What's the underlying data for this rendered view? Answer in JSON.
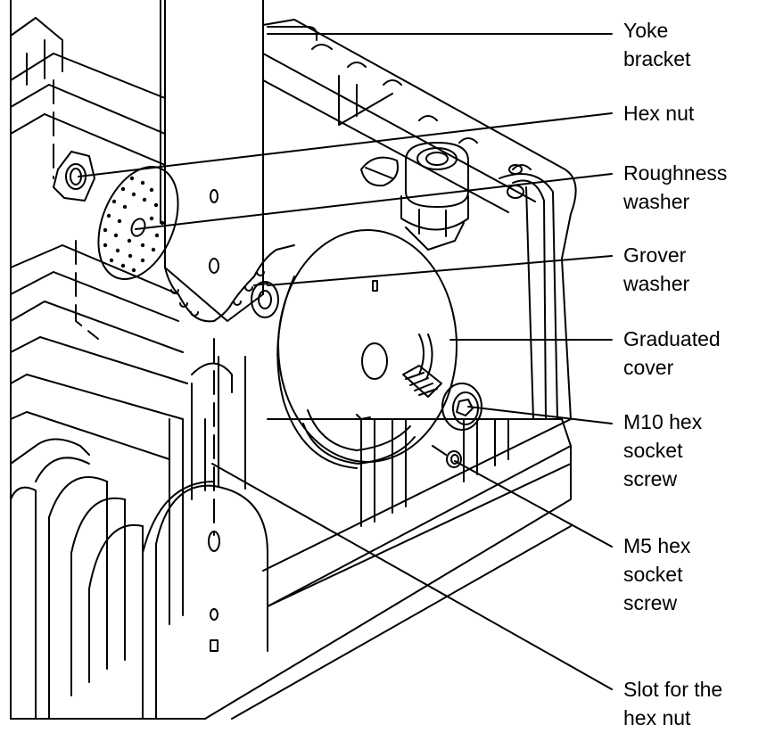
{
  "callouts": [
    {
      "id": "yoke-bracket",
      "lines": [
        "Yoke",
        "bracket"
      ]
    },
    {
      "id": "hex-nut",
      "lines": [
        "Hex nut"
      ]
    },
    {
      "id": "roughness-washer",
      "lines": [
        "Roughness",
        "washer"
      ]
    },
    {
      "id": "grover-washer",
      "lines": [
        "Grover",
        "washer"
      ]
    },
    {
      "id": "graduated-cover",
      "lines": [
        "Graduated",
        "cover"
      ]
    },
    {
      "id": "m10-screw",
      "lines": [
        "M10 hex",
        "socket",
        "screw"
      ]
    },
    {
      "id": "m5-screw",
      "lines": [
        "M5 hex",
        "socket",
        "screw"
      ]
    },
    {
      "id": "slot-hex-nut",
      "lines": [
        "Slot for the",
        "hex nut"
      ]
    }
  ],
  "colors": {
    "ink": "#000000",
    "paper": "#ffffff",
    "shade": "#d9d9d9"
  }
}
